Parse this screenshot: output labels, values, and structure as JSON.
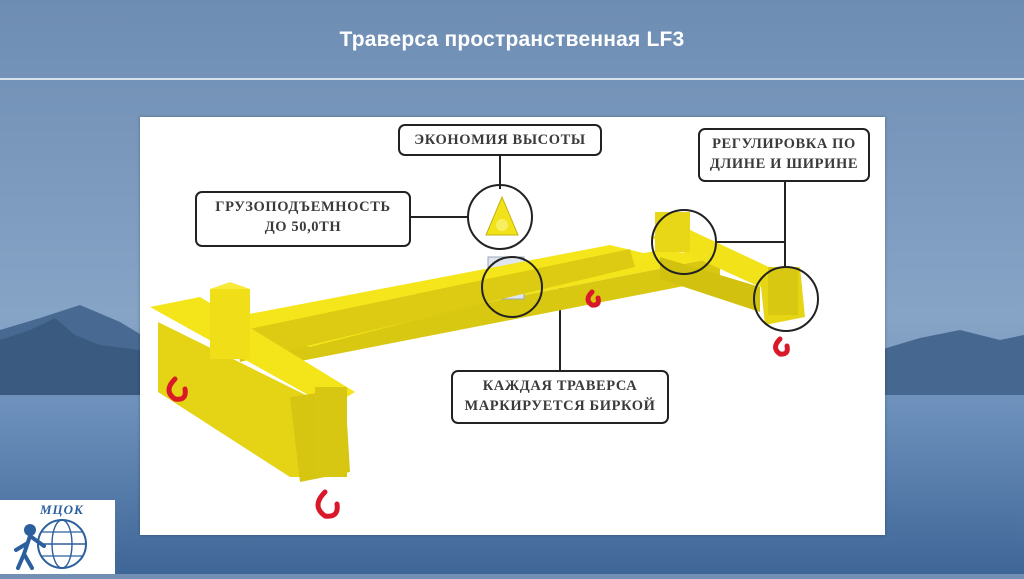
{
  "slide": {
    "title": "Траверса пространственная LF3"
  },
  "callouts": {
    "height_saving": "ЭКОНОМИЯ ВЫСОТЫ",
    "adjustment": [
      "РЕГУЛИРОВКА ПО",
      "ДЛИНЕ И ШИРИНЕ"
    ],
    "capacity": [
      "ГРУЗОПОДЪЕМНОСТЬ",
      "ДО 50,0ТН"
    ],
    "marking": [
      "КАЖДАЯ ТРАВЕРСА",
      "МАРКИРУЕТСЯ БИРКОЙ"
    ]
  },
  "logo": {
    "text": "МЦОК"
  },
  "colors": {
    "beam_yellow": "#f4e41a",
    "beam_shadow": "#c9b80c",
    "hook_red": "#d9192a",
    "background_blue": "#7390b4"
  }
}
